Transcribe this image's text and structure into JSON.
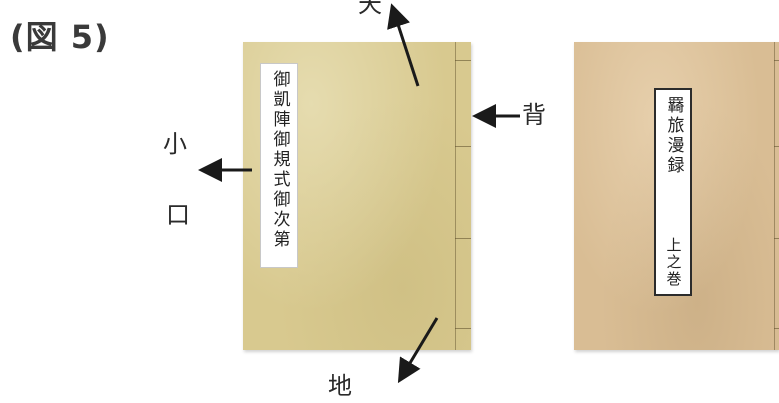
{
  "figure_label": "(図 5)",
  "annotations": {
    "top": "天",
    "spine": "背",
    "fore_edge_line1": "小",
    "fore_edge_line2": "口",
    "bottom": "地"
  },
  "books": [
    {
      "title": "御凱陣御規式御次第",
      "cover_color": "#d8c98f"
    },
    {
      "title": "羇旅漫録",
      "volume": "上之巻",
      "cover_color": "#d9bd94"
    }
  ]
}
